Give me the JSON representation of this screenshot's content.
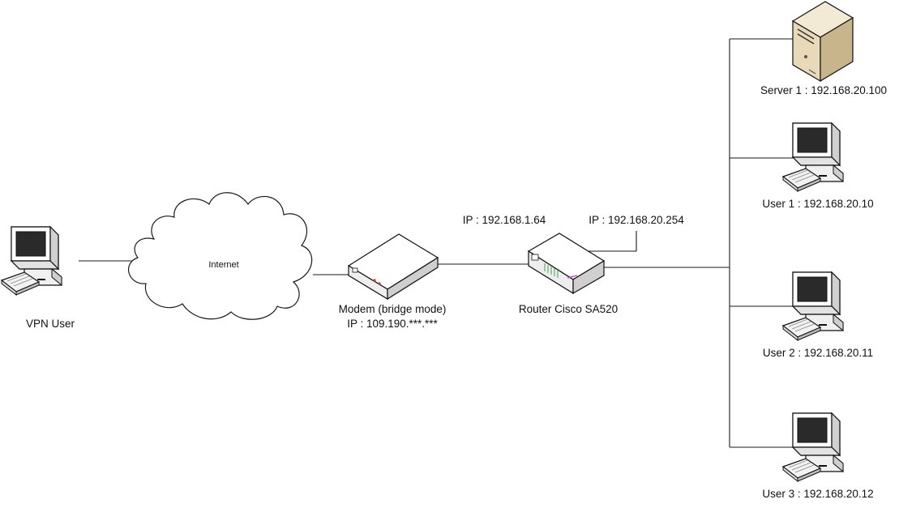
{
  "nodes": {
    "vpn_user": {
      "label": "VPN User"
    },
    "internet": {
      "label": "Internet"
    },
    "modem": {
      "label": "Modem (bridge mode)",
      "ip": "IP : 109.190.***.***"
    },
    "router": {
      "label": "Router Cisco SA520",
      "ip_wan": "IP : 192.168.1.64",
      "ip_lan": "IP : 192.168.20.254"
    },
    "server1": {
      "label": "Server 1 : 192.168.20.100"
    },
    "user1": {
      "label": "User 1 : 192.168.20.10"
    },
    "user2": {
      "label": "User 2 : 192.168.20.11"
    },
    "user3": {
      "label": "User 3 : 192.168.20.12"
    }
  },
  "colors": {
    "line": "#1a1a1a",
    "device_fill": "#ffffff",
    "device_shade": "#d9d9d9",
    "server_fill": "#e8d9b8",
    "screen": "#2a2a2a",
    "router_accent": "#3fa34d",
    "router_accent2": "#c23bd4"
  }
}
